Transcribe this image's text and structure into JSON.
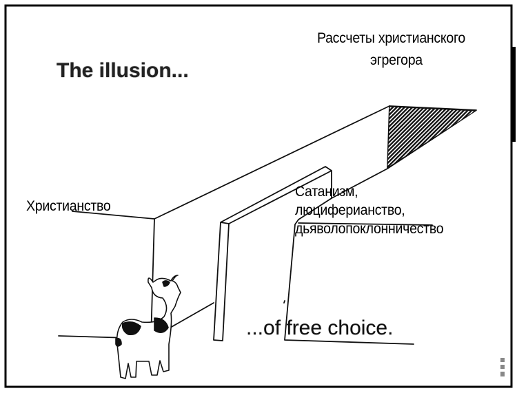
{
  "cartoon": {
    "title_top": "The illusion...",
    "title_bottom": "...of free choice.",
    "labels": {
      "destination_line1": "Рассчеты христианского",
      "destination_line2": "эгрегора",
      "left_path": "Христианство",
      "right_path_line1": "Сатанизм,",
      "right_path_line2": "люциферианство,",
      "right_path_line3": "дьяволопоклонничество"
    }
  }
}
